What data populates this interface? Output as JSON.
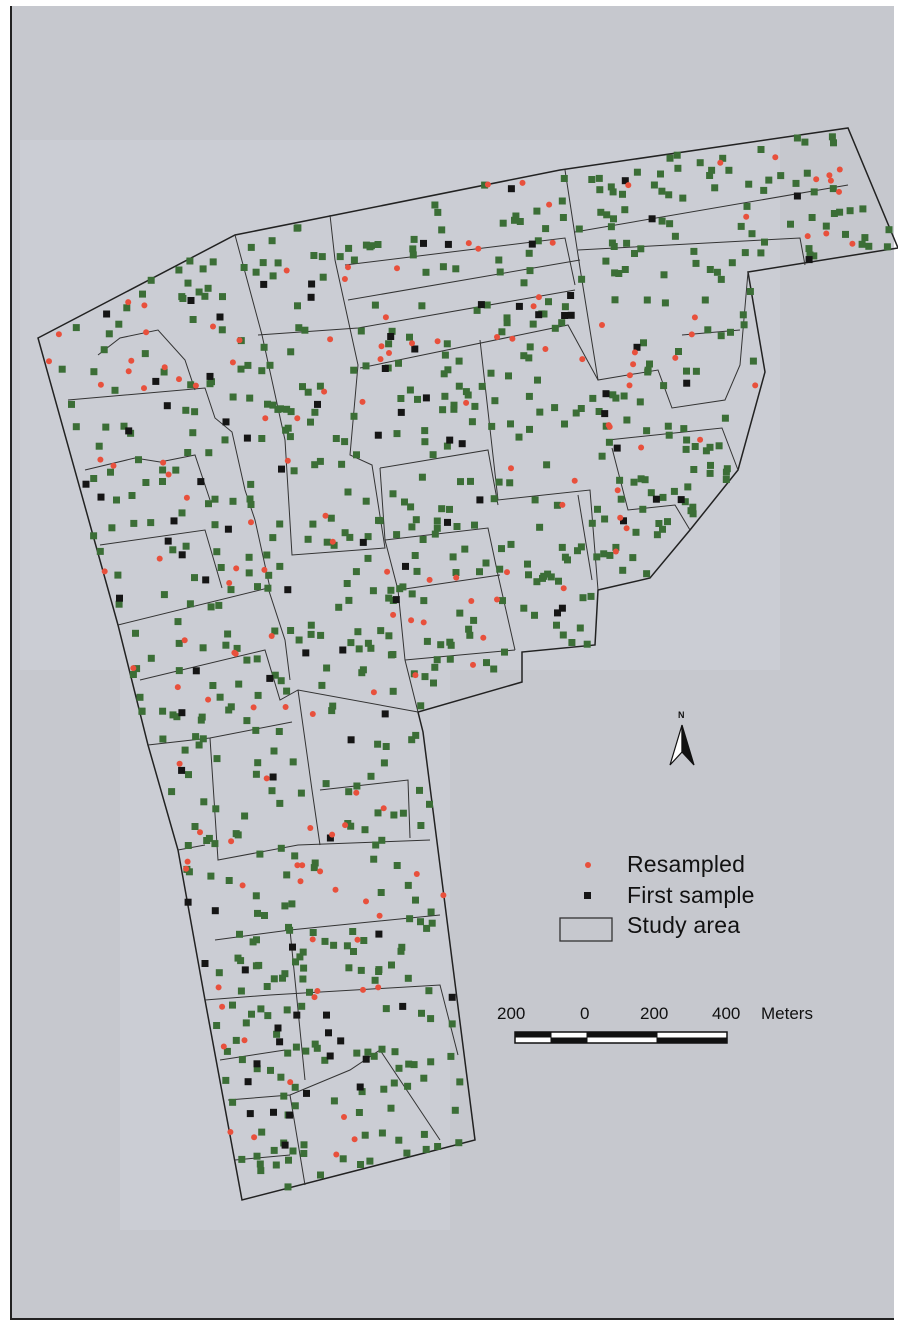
{
  "map": {
    "legend": {
      "items": [
        {
          "label": "Resampled",
          "symbol": "red-dot",
          "color": "#e8503c"
        },
        {
          "label": "First sample",
          "symbol": "black-square",
          "color": "#151515"
        },
        {
          "label": "Study area",
          "symbol": "outline-box",
          "color": "#333333"
        }
      ]
    },
    "scale_bar": {
      "ticks": [
        "200",
        "0",
        "200",
        "400"
      ],
      "unit": "Meters"
    },
    "north_arrow": {
      "label": "N"
    },
    "colors": {
      "background": "#c6c8ce",
      "green_sample": "#3b6e36",
      "resampled": "#e8503c",
      "first_sample": "#151515",
      "boundary": "#222222"
    }
  }
}
